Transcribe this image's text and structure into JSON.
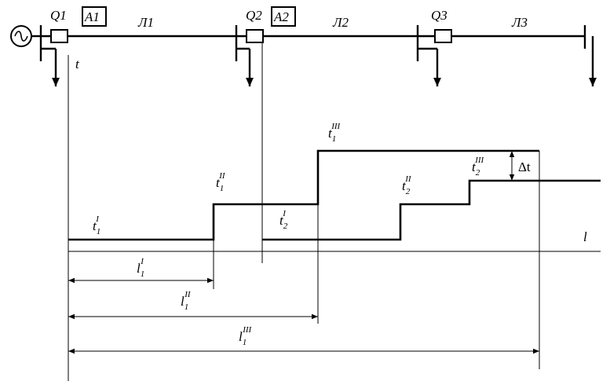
{
  "scheme": {
    "breakers": [
      {
        "name": "Q1",
        "relay": "A1"
      },
      {
        "name": "Q2",
        "relay": "A2"
      },
      {
        "name": "Q3"
      }
    ],
    "lines": [
      "Л1",
      "Л2",
      "Л3"
    ],
    "axis_t": "t",
    "axis_l": "l"
  },
  "times": {
    "t1I": {
      "base": "t",
      "sub": "1",
      "sup": "I"
    },
    "t1II": {
      "base": "t",
      "sub": "1",
      "sup": "II"
    },
    "t1III": {
      "base": "t",
      "sub": "1",
      "sup": "III"
    },
    "t2I": {
      "base": "t",
      "sub": "2",
      "sup": "I"
    },
    "t2II": {
      "base": "t",
      "sub": "2",
      "sup": "II"
    },
    "t2III": {
      "base": "t",
      "sub": "2",
      "sup": "III"
    },
    "delta": "Δt"
  },
  "zones": {
    "l1I": {
      "base": "l",
      "sub": "1",
      "sup": "I"
    },
    "l1II": {
      "base": "l",
      "sub": "1",
      "sup": "II"
    },
    "l1III": {
      "base": "l",
      "sub": "1",
      "sup": "III"
    }
  }
}
